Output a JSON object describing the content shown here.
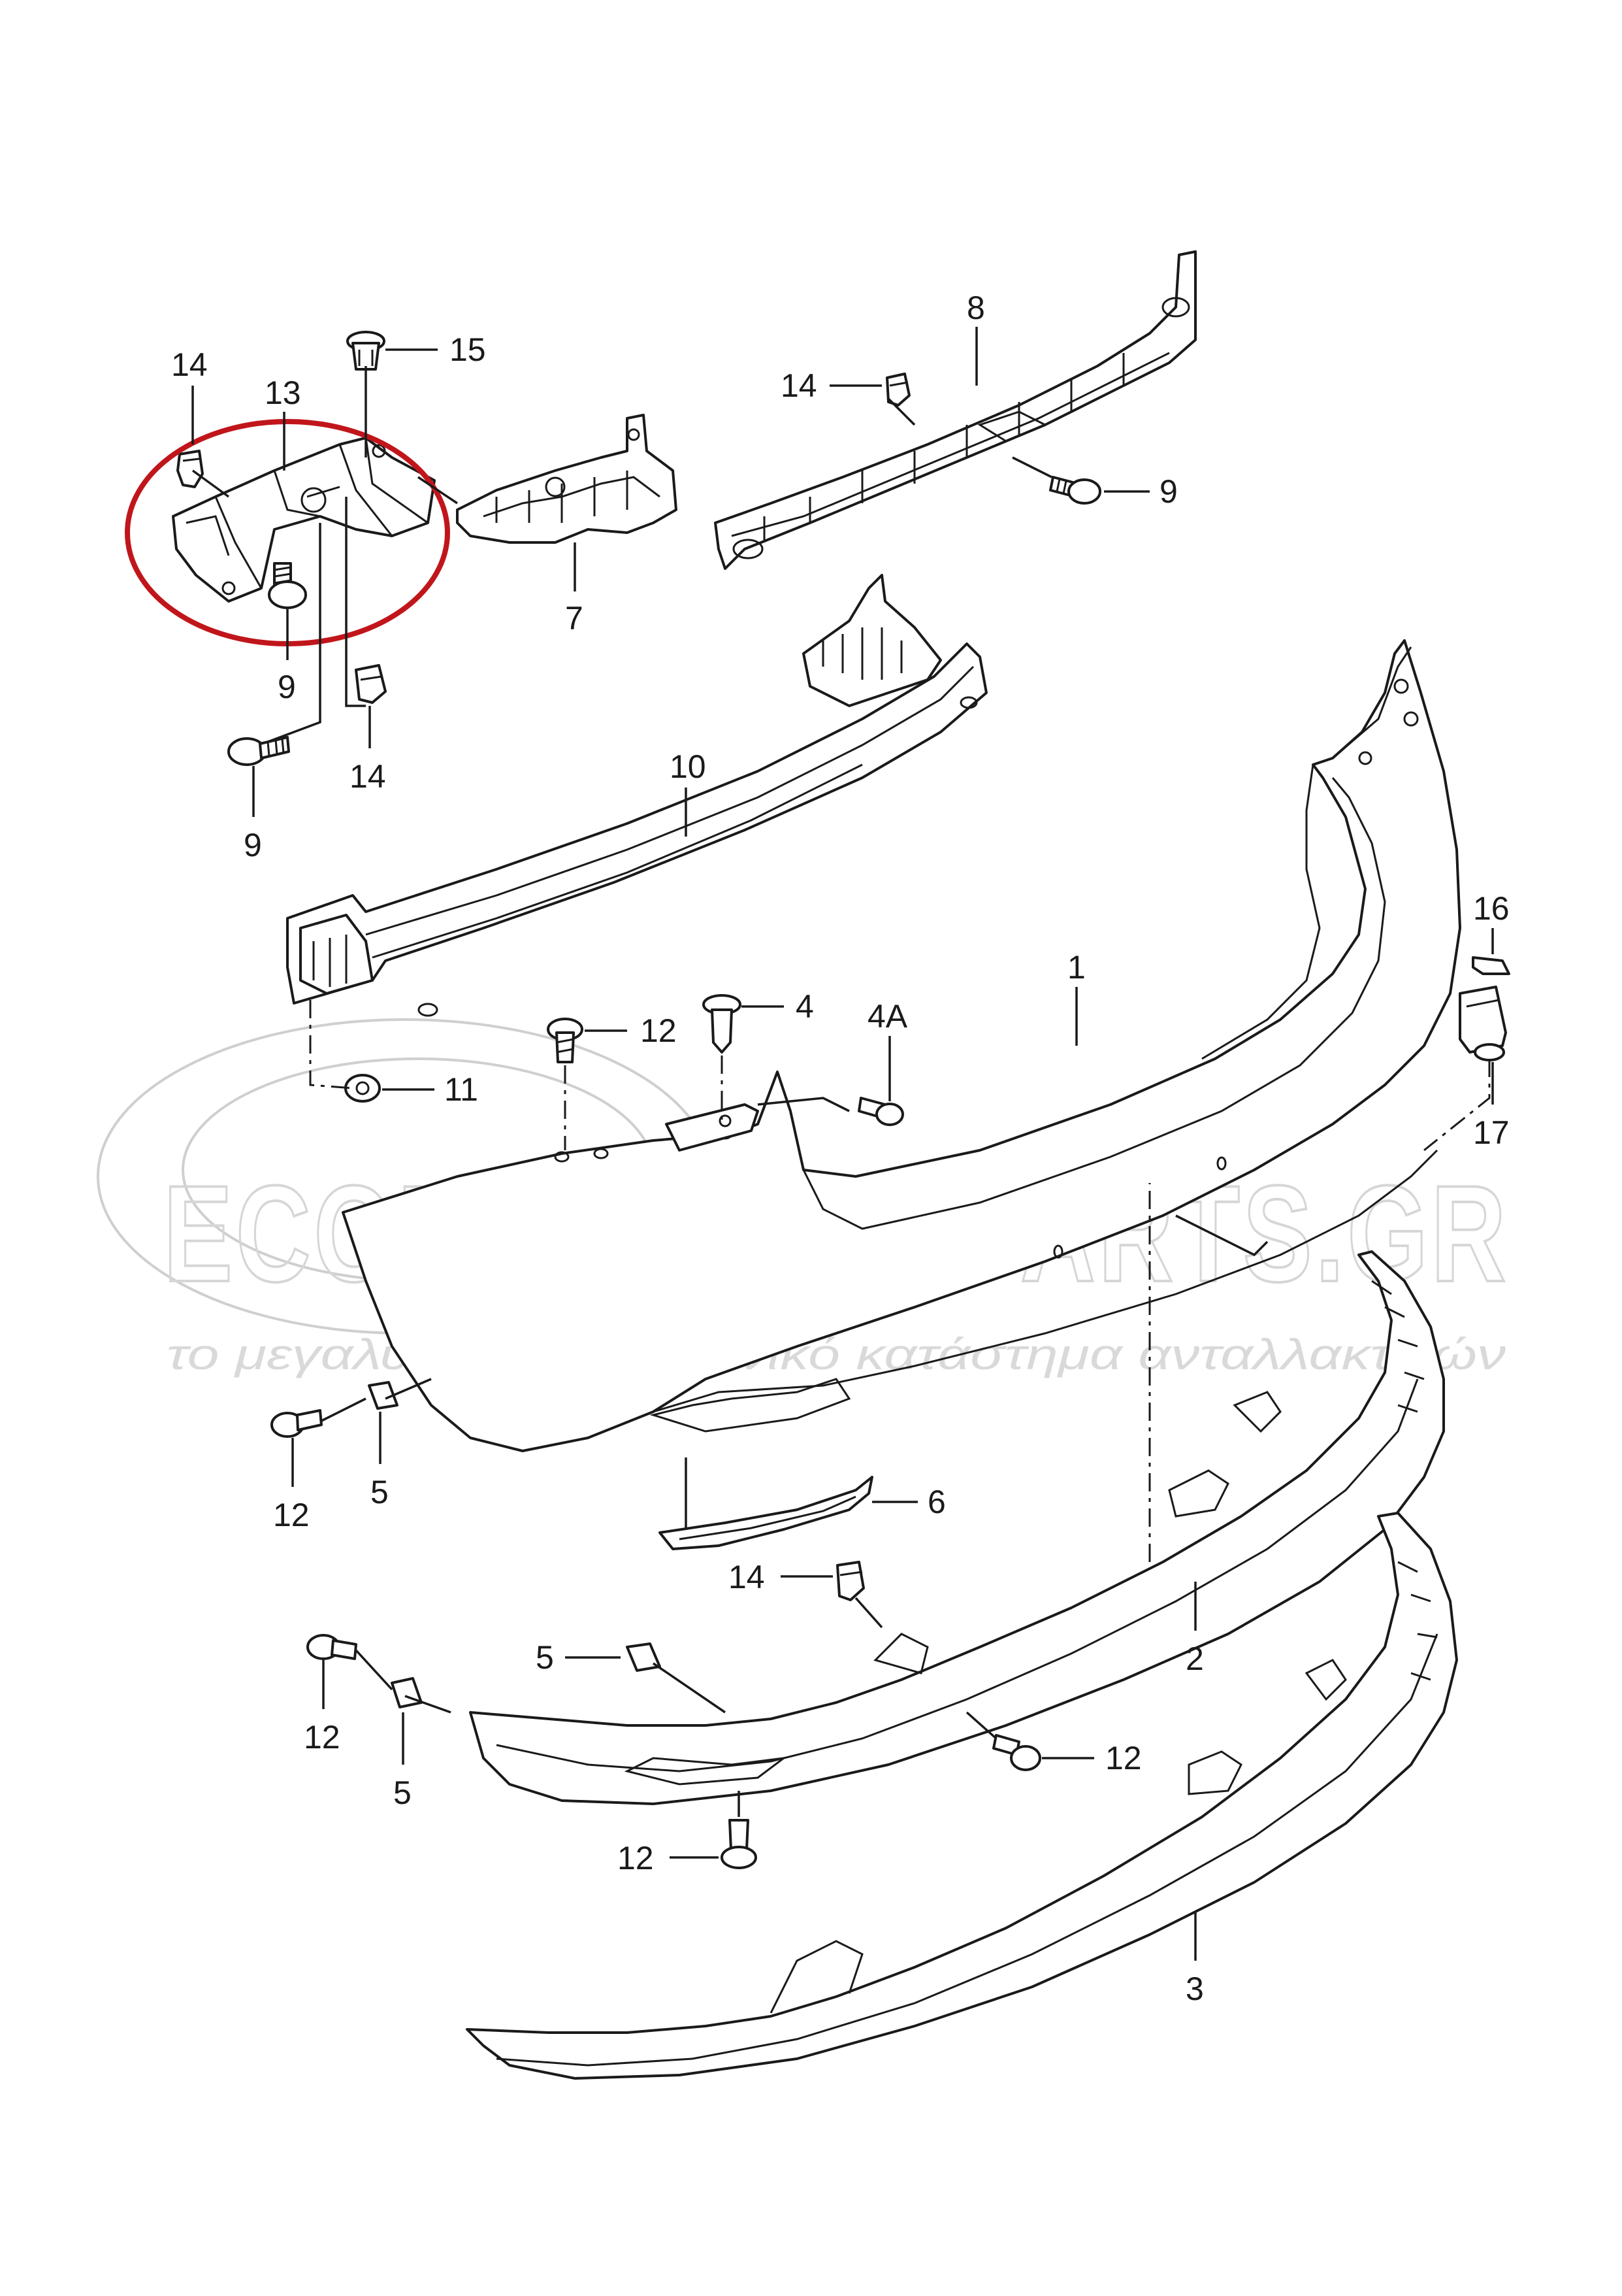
{
  "watermark": {
    "brand": "ECONOMYCARPARTS.GR",
    "tagline": "το μεγαλύτερο ηλεκτρονικό κατάστημα ανταλλακτικών"
  },
  "highlight": {
    "color": "#c0161b",
    "target_part": "13"
  },
  "colors": {
    "line": "#1a1a1a",
    "background": "#ffffff",
    "watermark": "#d6d6d6"
  },
  "callouts": [
    {
      "key": "c14a",
      "number": "14"
    },
    {
      "key": "c13",
      "number": "13"
    },
    {
      "key": "c15",
      "number": "15"
    },
    {
      "key": "c9a",
      "number": "9"
    },
    {
      "key": "c9b",
      "number": "9"
    },
    {
      "key": "c14b",
      "number": "14"
    },
    {
      "key": "c7",
      "number": "7"
    },
    {
      "key": "c8",
      "number": "8"
    },
    {
      "key": "c14c",
      "number": "14"
    },
    {
      "key": "c9c",
      "number": "9"
    },
    {
      "key": "c10",
      "number": "10"
    },
    {
      "key": "c1",
      "number": "1"
    },
    {
      "key": "c16",
      "number": "16"
    },
    {
      "key": "c17",
      "number": "17"
    },
    {
      "key": "c12a",
      "number": "12"
    },
    {
      "key": "c4",
      "number": "4"
    },
    {
      "key": "c4a",
      "number": "4A"
    },
    {
      "key": "c11",
      "number": "11"
    },
    {
      "key": "c12b",
      "number": "12"
    },
    {
      "key": "c5a",
      "number": "5"
    },
    {
      "key": "c6",
      "number": "6"
    },
    {
      "key": "c14d",
      "number": "14"
    },
    {
      "key": "c5b",
      "number": "5"
    },
    {
      "key": "c2",
      "number": "2"
    },
    {
      "key": "c12c",
      "number": "12"
    },
    {
      "key": "c5c",
      "number": "5"
    },
    {
      "key": "c12d",
      "number": "12"
    },
    {
      "key": "c12e",
      "number": "12"
    },
    {
      "key": "c3",
      "number": "3"
    }
  ]
}
